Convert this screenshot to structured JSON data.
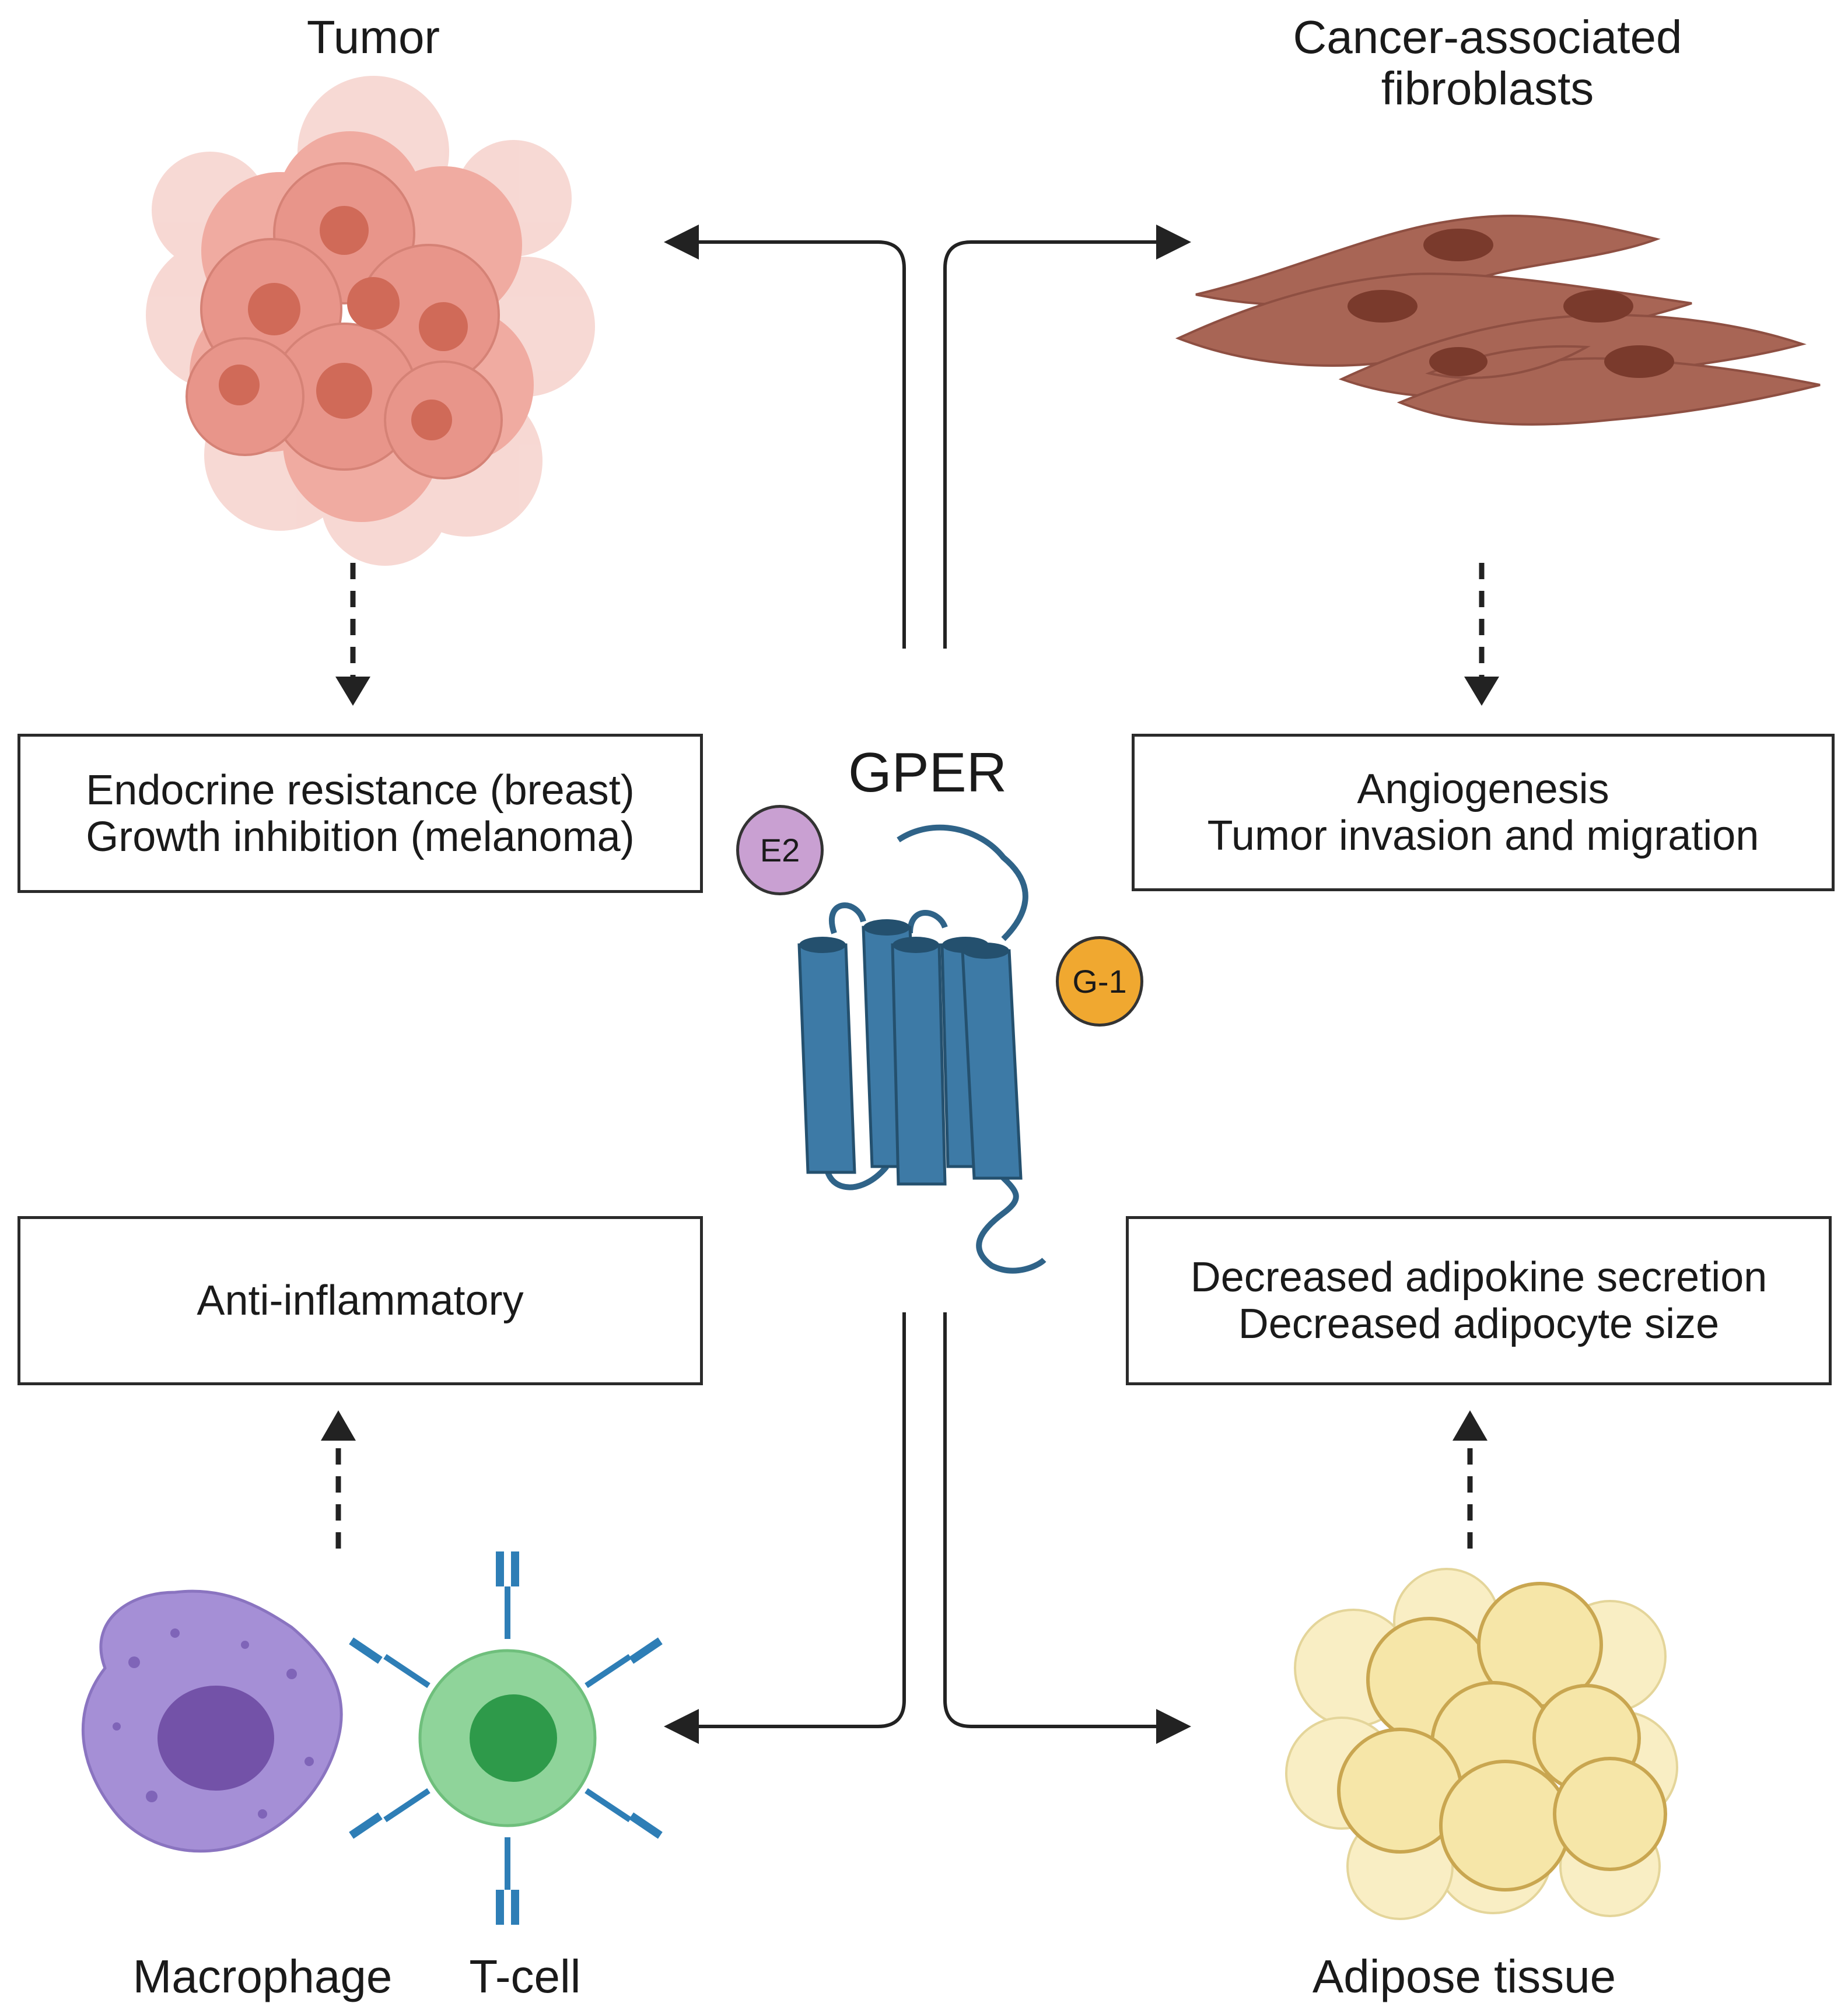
{
  "labels": {
    "tumor": "Tumor",
    "caf_line1": "Cancer-associated",
    "caf_line2": "fibroblasts",
    "gper": "GPER",
    "macrophage": "Macrophage",
    "tcell": "T-cell",
    "adipose": "Adipose tissue"
  },
  "ligands": {
    "e2": "E2",
    "g1": "G-1"
  },
  "boxes": {
    "tumor_effects": [
      "Endocrine resistance (breast)",
      "Growth inhibition (melanoma)"
    ],
    "caf_effects": [
      "Angiogenesis",
      "Tumor invasion and migration"
    ],
    "immune_effects": [
      "Anti-inflammatory"
    ],
    "adipose_effects": [
      "Decreased adipokine secretion",
      "Decreased adipocyte size"
    ]
  },
  "colors": {
    "tumor_cell": "#e8958a",
    "tumor_nucleus": "#d06a58",
    "fibroblast": "#a86555",
    "fibroblast_nucleus": "#7a3a2c",
    "receptor": "#3d7aa6",
    "receptor_dark": "#24506e",
    "e2": "#c9a0d2",
    "g1": "#f0a830",
    "macrophage": "#a58fd6",
    "macrophage_nucleus": "#7352a8",
    "tcell": "#8fd49a",
    "tcell_nucleus": "#2e9a4a",
    "antibody": "#2e7eb6",
    "adipocyte": "#f6e6a8",
    "adipocyte_edge": "#c9a650"
  }
}
